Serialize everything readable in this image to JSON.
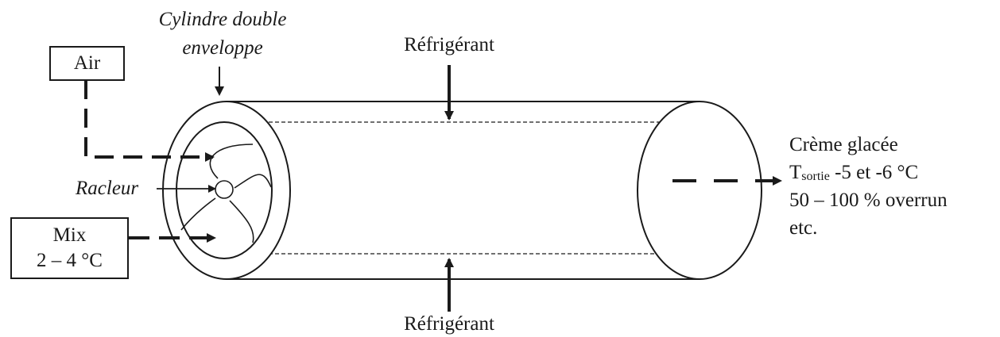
{
  "diagram": {
    "jacket_label_line1": "Cylindre double",
    "jacket_label_line2": "enveloppe",
    "refrigerant_top": "Réfrigérant",
    "refrigerant_bottom": "Réfrigérant",
    "air_label": "Air",
    "mix_label_line1": "Mix",
    "mix_label_line2": "2 – 4 °C",
    "scraper_label": "Racleur",
    "output": {
      "line1": "Crème glacée",
      "t_main": "T",
      "t_sub": "sortie",
      "t_rest": " -5 et -6 °C",
      "line3": "50 – 100 % overrun",
      "line4": "etc."
    }
  },
  "colors": {
    "stroke": "#1a1a1a",
    "background": "#ffffff"
  }
}
